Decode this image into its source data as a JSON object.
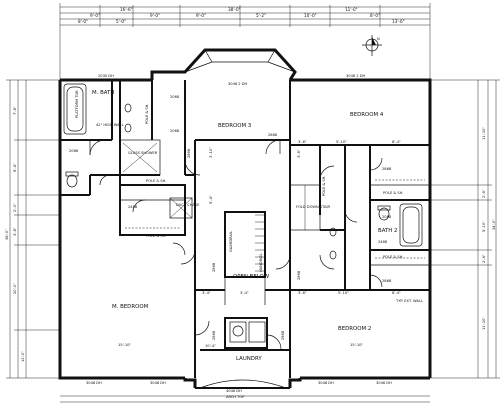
{
  "labels": {
    "m_bath": "M. BATH",
    "platform_tub": "PLATFORM TUB",
    "high_wall": "42\" HIGH WALL",
    "bedroom3": "BEDROOM 3",
    "bedroom4": "BEDROOM 4",
    "glass_shower": "GLASS SHOWER",
    "pole_sh_a": "POLE & SH.",
    "pole_sh_b": "POLE & SH.",
    "pole_sh_c": "POLE & SH.",
    "pole_sh_d": "POLE & SH.",
    "pole_sh_e": "POLE & SH.",
    "pole_sh_f": "POLE & SH.",
    "duct_chase": "DUCT CHASE",
    "fold_down_stair": "FOLD DOWN STAIR",
    "open_below": "OPEN BELOW",
    "m_bedroom": "M. BEDROOM",
    "bedroom2": "BEDROOM 2",
    "bath2": "BATH 2",
    "laundry": "LAUNDRY",
    "guardrail": "GUARDRAIL",
    "handrail": "HANDRAIL",
    "knee_wall": "TYP. EXT. WALL",
    "arch_top": "ARCH TOP",
    "north": "N"
  },
  "dims": {
    "top_total": "38'-0\"",
    "top_a": "16'-6\"",
    "top_b": "11'-0\"",
    "top_c": "9'-0\"",
    "top_d": "9'-0\"",
    "top_e": "10'-0\"",
    "top_f": "5'-2\"",
    "top_g": "8'-0\"",
    "top_h": "5'-0\"",
    "top_i": "13'-6\"",
    "win_mbath": "2030 DH",
    "win_bed3": "3046 2 DH",
    "win_bed4": "3046 2 DH",
    "win_mbed_l": "3046 DH",
    "win_mbed_r": "3046 DH",
    "win_lau": "4046 DH",
    "win_bed2_l": "3046 DH",
    "win_bed2_r": "3046 DH",
    "door_2068a": "2068",
    "door_2868a": "2868",
    "door_2868b": "2868",
    "door_2868c": "2868",
    "door_2868d": "2868",
    "door_2068b": "2068",
    "door_2068c": "2068",
    "door_2468a": "2468",
    "door_2468b": "2468",
    "door_2868e": "2868",
    "door_2068d": "2068",
    "door_2868f": "2868",
    "door_2868g": "2868",
    "door_2868h": "2868",
    "dim_3_6a": "3'-6\"",
    "dim_3_6b": "3'-6\"",
    "dim_3_6c": "3'-6\"",
    "dim_5_10a": "5'-10\"",
    "dim_5_10b": "5'-10\"",
    "dim_8_4a": "8'-4\"",
    "dim_8_4b": "8'-4\"",
    "dim_15_10a": "15'-10\"",
    "dim_15_10b": "15'-10\"",
    "dim_10_4": "10'-4\"",
    "dim_3_4": "3'-4\"",
    "dim_5_4": "5'-4\"",
    "dim_3_10": "3'-10\"",
    "left_a": "7'-8\"",
    "left_b": "6'-4\"",
    "left_c": "2'-0\"",
    "left_d": "3'-8\"",
    "left_e": "20'-0\"",
    "left_f": "12'-0\"",
    "left_total": "38'-0\"",
    "right_a": "11'-10\"",
    "right_b": "2'-6\"",
    "right_c": "5'-10\"",
    "right_d": "2'-6\"",
    "right_e": "11'-10\"",
    "right_total": "34'-0\""
  }
}
